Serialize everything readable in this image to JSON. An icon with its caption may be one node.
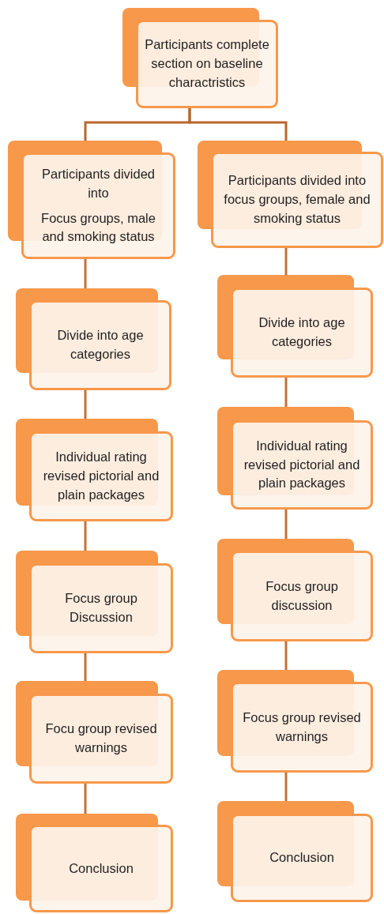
{
  "diagram": {
    "nodes": [
      {
        "text": [
          "Participants complete section on baseline charactristics"
        ]
      },
      {
        "text": [
          "Participants divided into",
          "Focus groups, male and smoking status"
        ]
      },
      {
        "text": [
          "Divide into age categories"
        ]
      },
      {
        "text": [
          "Individual rating revised pictorial and plain packages"
        ]
      },
      {
        "text": [
          "Focus group Discussion"
        ]
      },
      {
        "text": [
          "Focu group revised warnings"
        ]
      },
      {
        "text": [
          "Conclusion"
        ]
      },
      {
        "text": [
          "Participants divided into focus groups, female and smoking status"
        ]
      },
      {
        "text": [
          "Divide into age categories"
        ]
      },
      {
        "text": [
          "Individual rating revised pictorial and plain packages"
        ]
      },
      {
        "text": [
          "Focus group discussion"
        ]
      },
      {
        "text": [
          "Focus group revised warnings"
        ]
      },
      {
        "text": [
          "Conclusion"
        ]
      }
    ],
    "edges": [
      {
        "from": 0,
        "to": 1,
        "arrow": "none",
        "color": "#b8662c"
      },
      {
        "from": 0,
        "to": 7,
        "arrow": "none",
        "color": "#b8662c"
      },
      {
        "from": 1,
        "to": 2,
        "arrow": "none"
      },
      {
        "from": 2,
        "to": 3,
        "arrow": "none"
      },
      {
        "from": 3,
        "to": 4,
        "arrow": "none"
      },
      {
        "from": 4,
        "to": 5,
        "arrow": "none"
      },
      {
        "from": 5,
        "to": 6,
        "arrow": "none"
      },
      {
        "from": 7,
        "to": 8,
        "arrow": "none"
      },
      {
        "from": 8,
        "to": 9,
        "arrow": "none"
      },
      {
        "from": 9,
        "to": 10,
        "arrow": "none"
      },
      {
        "from": 10,
        "to": 11,
        "arrow": "none"
      },
      {
        "from": 11,
        "to": 12,
        "arrow": "none"
      }
    ]
  }
}
